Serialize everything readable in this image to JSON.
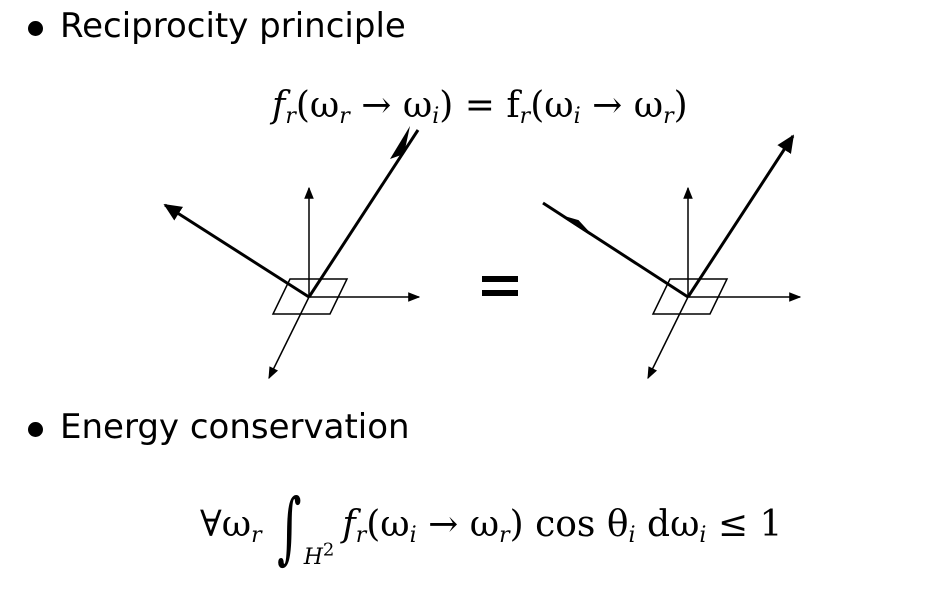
{
  "bullets": {
    "reciprocity": "Reciprocity principle",
    "energy": "Energy conservation"
  },
  "reciprocity_formula": {
    "lhs_f": "f",
    "lhs_sub": "r",
    "lhs_args": "(ω",
    "lhs_w1_sub": "r",
    "lhs_arrow": " → ω",
    "lhs_w2_sub": "i",
    "eq": ") = f",
    "rhs_sub": "r",
    "rhs_args": "(ω",
    "rhs_w1_sub": "i",
    "rhs_arrow": " → ω",
    "rhs_w2_sub": "r",
    "close": ")"
  },
  "energy_formula": {
    "forall": "∀ω",
    "forall_sub": "r",
    "integral": "∫",
    "domain": "H",
    "domain_sup": "2",
    "f": "f",
    "f_sub": "r",
    "args": "(ω",
    "w1_sub": "i",
    "arrow": " → ω",
    "w2_sub": "r",
    "cos": ")  cos θ",
    "theta_sub": "i",
    "dw": " dω",
    "dw_sub": "i",
    "leq": " ≤ 1"
  }
}
